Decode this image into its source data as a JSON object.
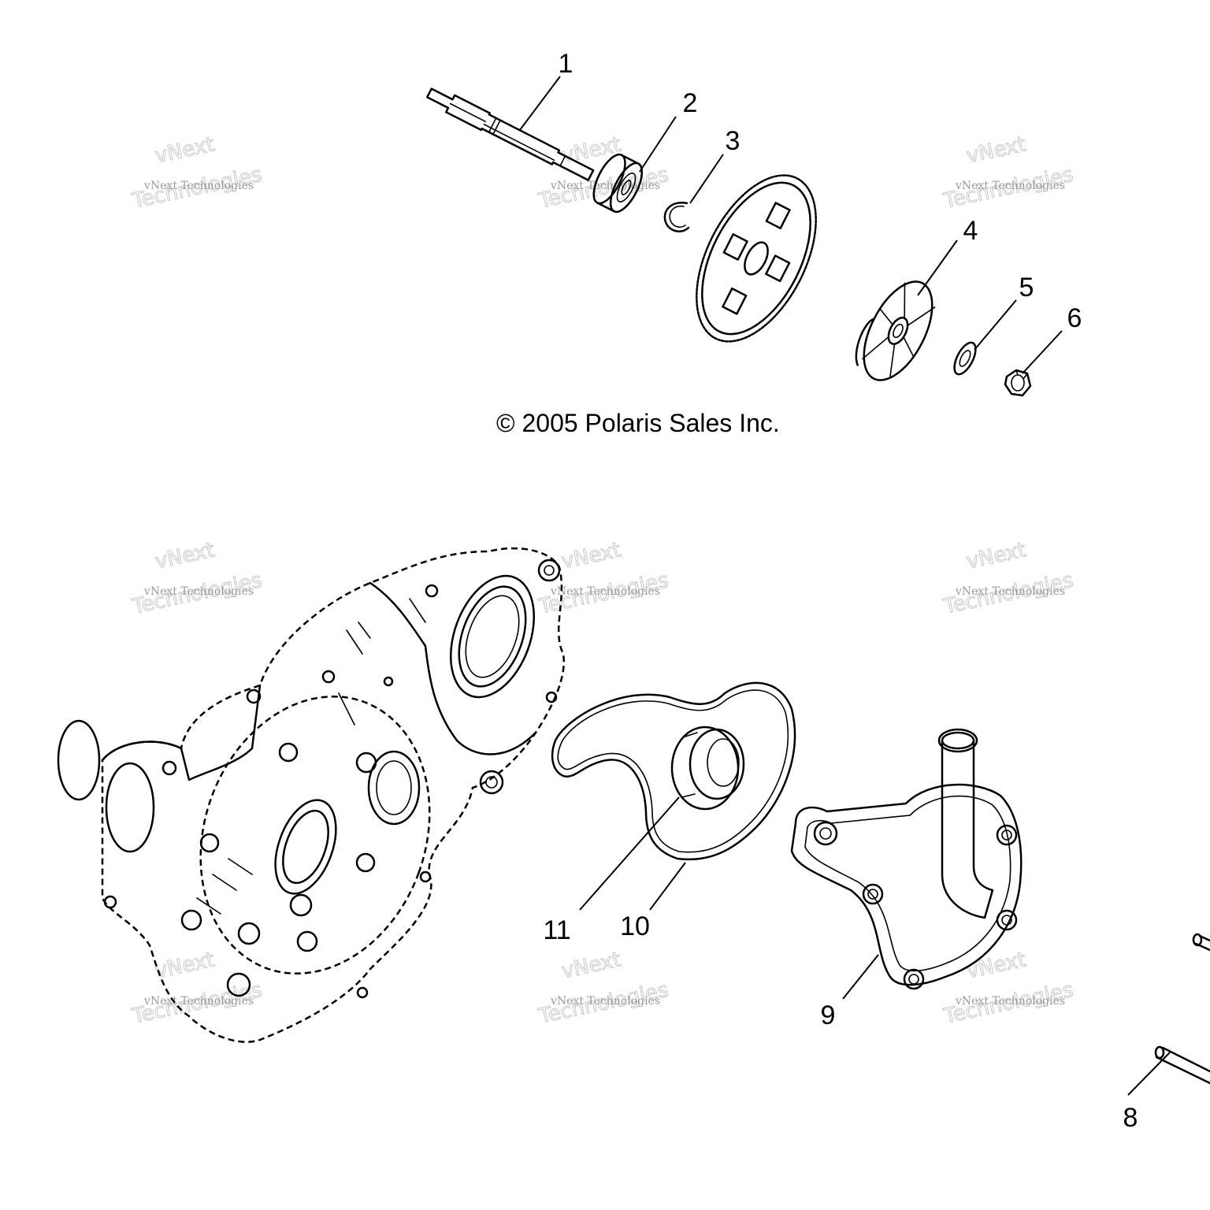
{
  "copyright": "© 2005 Polaris Sales Inc.",
  "watermark": {
    "small": "vNext Technologies",
    "big_top": "vNext",
    "big_bottom": "Technologies"
  },
  "callouts": [
    {
      "id": "1",
      "part": "shaft"
    },
    {
      "id": "2",
      "part": "bearing"
    },
    {
      "id": "3",
      "part": "snap-ring"
    },
    {
      "id": "4",
      "part": "impeller"
    },
    {
      "id": "5",
      "part": "washer"
    },
    {
      "id": "6",
      "part": "nut"
    },
    {
      "id": "8",
      "part": "dowel-pin"
    },
    {
      "id": "9",
      "part": "water-pump-cover"
    },
    {
      "id": "10",
      "part": "gasket"
    },
    {
      "id": "11",
      "part": "seal"
    }
  ]
}
